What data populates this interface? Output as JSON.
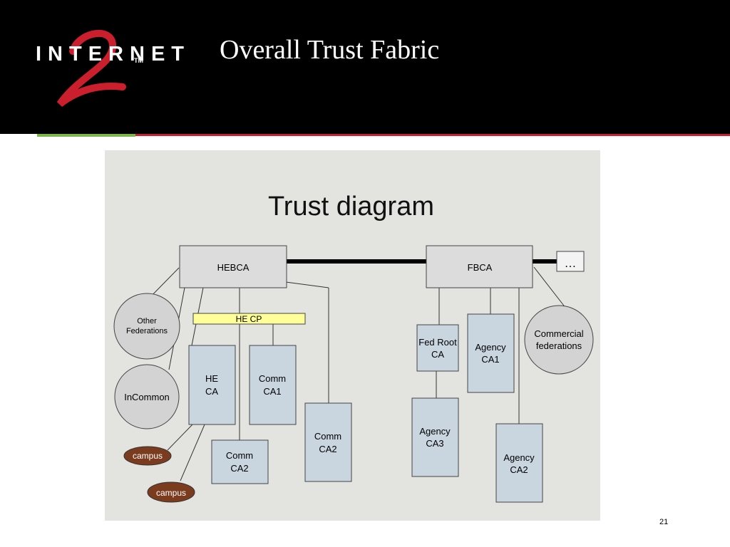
{
  "slide": {
    "title": "Overall Trust Fabric",
    "page_number": "21"
  },
  "logo": {
    "word": "INTERNET",
    "tm": "TM",
    "numeral": "2"
  },
  "colors": {
    "header_bg": "#000000",
    "rule_green": "#7ab648",
    "rule_red": "#cc1f2e",
    "diagram_bg": "#e3e3e0",
    "node_box": "#dcdcdc",
    "ca_box": "#c9d6e0",
    "federation_circle": "#d3d3d3",
    "policy_bar": "#ffff99",
    "campus_fill": "#7a3b1e"
  },
  "diagram": {
    "title": "Trust diagram",
    "nodes": {
      "hebca": "HEBCA",
      "fbca": "FBCA",
      "ellipsis": "…",
      "he_cp": "HE CP",
      "other_federations": [
        "Other",
        "Federations"
      ],
      "incommon": "InCommon",
      "commercial_federations": [
        "Commercial",
        "federations"
      ],
      "he_ca": [
        "HE",
        "CA"
      ],
      "comm_ca1": [
        "Comm",
        "CA1"
      ],
      "comm_ca2_low": [
        "Comm",
        "CA2"
      ],
      "comm_ca2_right": [
        "Comm",
        "CA2"
      ],
      "fed_root_ca": [
        "Fed Root",
        "CA"
      ],
      "agency_ca1": [
        "Agency",
        "CA1"
      ],
      "agency_ca3": [
        "Agency",
        "CA3"
      ],
      "agency_ca2": [
        "Agency",
        "CA2"
      ],
      "campus_1": "campus",
      "campus_2": "campus"
    }
  }
}
